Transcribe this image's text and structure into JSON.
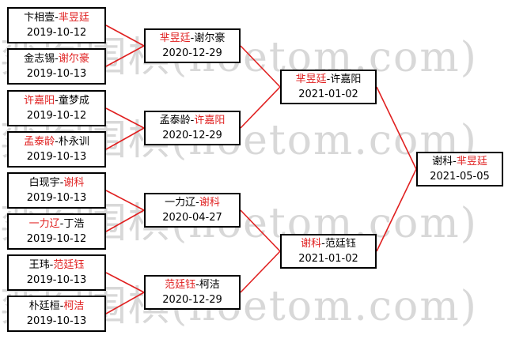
{
  "watermark": "弈客围棋(hoetom.com)",
  "colors": {
    "winner": "#e02020",
    "line": "#e02020",
    "border": "#000000"
  },
  "matches": [
    {
      "id": "r1m1",
      "p1": "卞相壹",
      "p2": "芈昱廷",
      "winner": 2,
      "date": "2019-10-12"
    },
    {
      "id": "r1m2",
      "p1": "金志锡",
      "p2": "谢尔豪",
      "winner": 2,
      "date": "2019-10-13"
    },
    {
      "id": "r1m3",
      "p1": "许嘉阳",
      "p2": "童梦成",
      "winner": 1,
      "date": "2019-10-12"
    },
    {
      "id": "r1m4",
      "p1": "孟泰龄",
      "p2": "朴永训",
      "winner": 1,
      "date": "2019-10-13"
    },
    {
      "id": "r1m5",
      "p1": "白现宇",
      "p2": "谢科",
      "winner": 2,
      "date": "2019-10-13"
    },
    {
      "id": "r1m6",
      "p1": "一力辽",
      "p2": "丁浩",
      "winner": 1,
      "date": "2019-10-12"
    },
    {
      "id": "r1m7",
      "p1": "王玮",
      "p2": "范廷钰",
      "winner": 2,
      "date": "2019-10-13"
    },
    {
      "id": "r1m8",
      "p1": "朴廷桓",
      "p2": "柯洁",
      "winner": 2,
      "date": "2019-10-13"
    },
    {
      "id": "r2m1",
      "p1": "芈昱廷",
      "p2": "谢尔豪",
      "winner": 1,
      "date": "2020-12-29"
    },
    {
      "id": "r2m2",
      "p1": "孟泰龄",
      "p2": "许嘉阳",
      "winner": 2,
      "date": "2020-12-29"
    },
    {
      "id": "r2m3",
      "p1": "一力辽",
      "p2": "谢科",
      "winner": 2,
      "date": "2020-04-27"
    },
    {
      "id": "r2m4",
      "p1": "范廷钰",
      "p2": "柯洁",
      "winner": 1,
      "date": "2020-12-29"
    },
    {
      "id": "r3m1",
      "p1": "芈昱廷",
      "p2": "许嘉阳",
      "winner": 1,
      "date": "2021-01-02"
    },
    {
      "id": "r3m2",
      "p1": "谢科",
      "p2": "范廷钰",
      "winner": 1,
      "date": "2021-01-02"
    },
    {
      "id": "final",
      "p1": "谢科",
      "p2": "芈昱廷",
      "winner": 2,
      "date": "2021-05-05"
    }
  ]
}
